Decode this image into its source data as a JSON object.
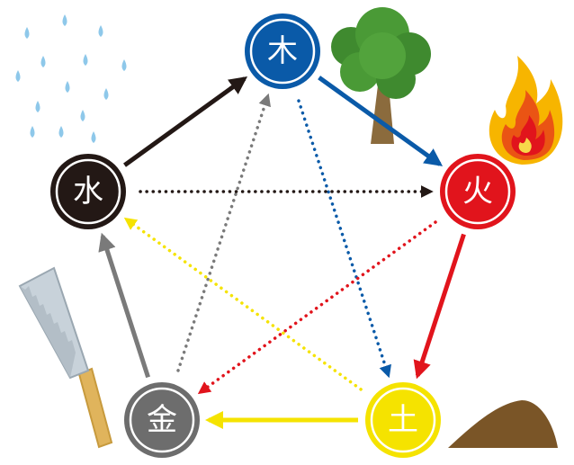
{
  "nodes": {
    "wood": {
      "label": "木",
      "color": "#0a5aa8"
    },
    "fire": {
      "label": "火",
      "color": "#e1141c"
    },
    "earth": {
      "label": "土",
      "color": "#f5e300"
    },
    "metal": {
      "label": "金",
      "color": "#6d6d6d"
    },
    "water": {
      "label": "水",
      "color": "#231815"
    }
  },
  "generating_cycle": [
    {
      "from": "wood",
      "to": "fire",
      "color": "#0a5aa8"
    },
    {
      "from": "fire",
      "to": "earth",
      "color": "#e1141c"
    },
    {
      "from": "earth",
      "to": "metal",
      "color": "#f5e300"
    },
    {
      "from": "metal",
      "to": "water",
      "color": "#7a7a7a"
    },
    {
      "from": "water",
      "to": "wood",
      "color": "#231815"
    }
  ],
  "overcoming_cycle": [
    {
      "from": "wood",
      "to": "earth",
      "color": "#0a5aa8"
    },
    {
      "from": "fire",
      "to": "metal",
      "color": "#e1141c"
    },
    {
      "from": "earth",
      "to": "water",
      "color": "#f5e300"
    },
    {
      "from": "metal",
      "to": "wood",
      "color": "#7a7a7a"
    },
    {
      "from": "water",
      "to": "fire",
      "color": "#231815"
    }
  ],
  "illustrations": [
    "tree-icon",
    "flame-icon",
    "soil-mound-icon",
    "saw-icon",
    "raindrops-icon"
  ]
}
